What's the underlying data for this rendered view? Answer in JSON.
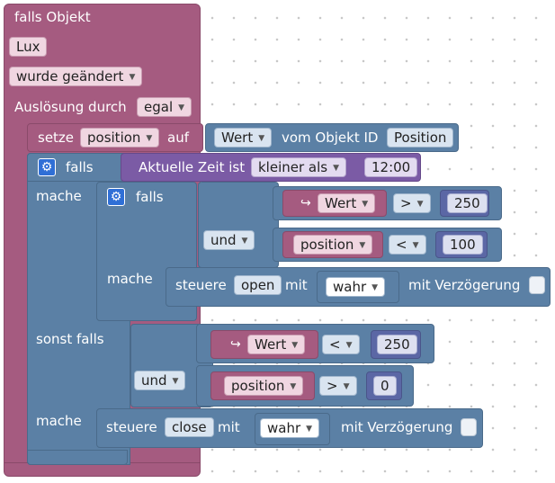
{
  "event": {
    "title": "falls Objekt",
    "object_name": "Lux",
    "event_type": "wurde geändert",
    "trigger_label": "Auslösung durch",
    "trigger_value": "egal"
  },
  "set_statement": {
    "label": "setze",
    "variable": "position",
    "auf": "auf",
    "property": "Wert",
    "from_object": "vom Objekt ID",
    "object_id": "Position"
  },
  "if1": {
    "falls": "falls",
    "time_label": "Aktuelle Zeit ist",
    "compare_op": "kleiner als",
    "time_value": "12:00",
    "mache": "mache"
  },
  "inner_if": {
    "falls": "falls",
    "und": "und",
    "row1": {
      "property": "Wert",
      "op": ">",
      "value": "250"
    },
    "row2": {
      "variable": "position",
      "op": "<",
      "value": "100"
    },
    "mache": "mache",
    "action": {
      "steuere": "steuere",
      "target": "open",
      "mit": "mit",
      "value": "wahr",
      "delay_label": "mit Verzögerung"
    }
  },
  "else_if": {
    "label": "sonst falls",
    "und": "und",
    "row1": {
      "property": "Wert",
      "op": "<",
      "value": "250"
    },
    "row2": {
      "variable": "position",
      "op": ">",
      "value": "0"
    },
    "mache": "mache",
    "action": {
      "steuere": "steuere",
      "target": "close",
      "mit": "mit",
      "value": "wahr",
      "delay_label": "mit Verzögerung"
    }
  },
  "icons": {
    "gear": "gear-icon",
    "return_arrow": "return-arrow-icon",
    "dropdown": "dropdown-arrow-icon"
  },
  "colors": {
    "event_block": "#a55b80",
    "logic_block": "#5b80a5",
    "variable_block": "#a55b80",
    "time_block": "#7b5ba5",
    "number_block": "#5b67a5",
    "gear_icon": "#2f6fd6"
  }
}
